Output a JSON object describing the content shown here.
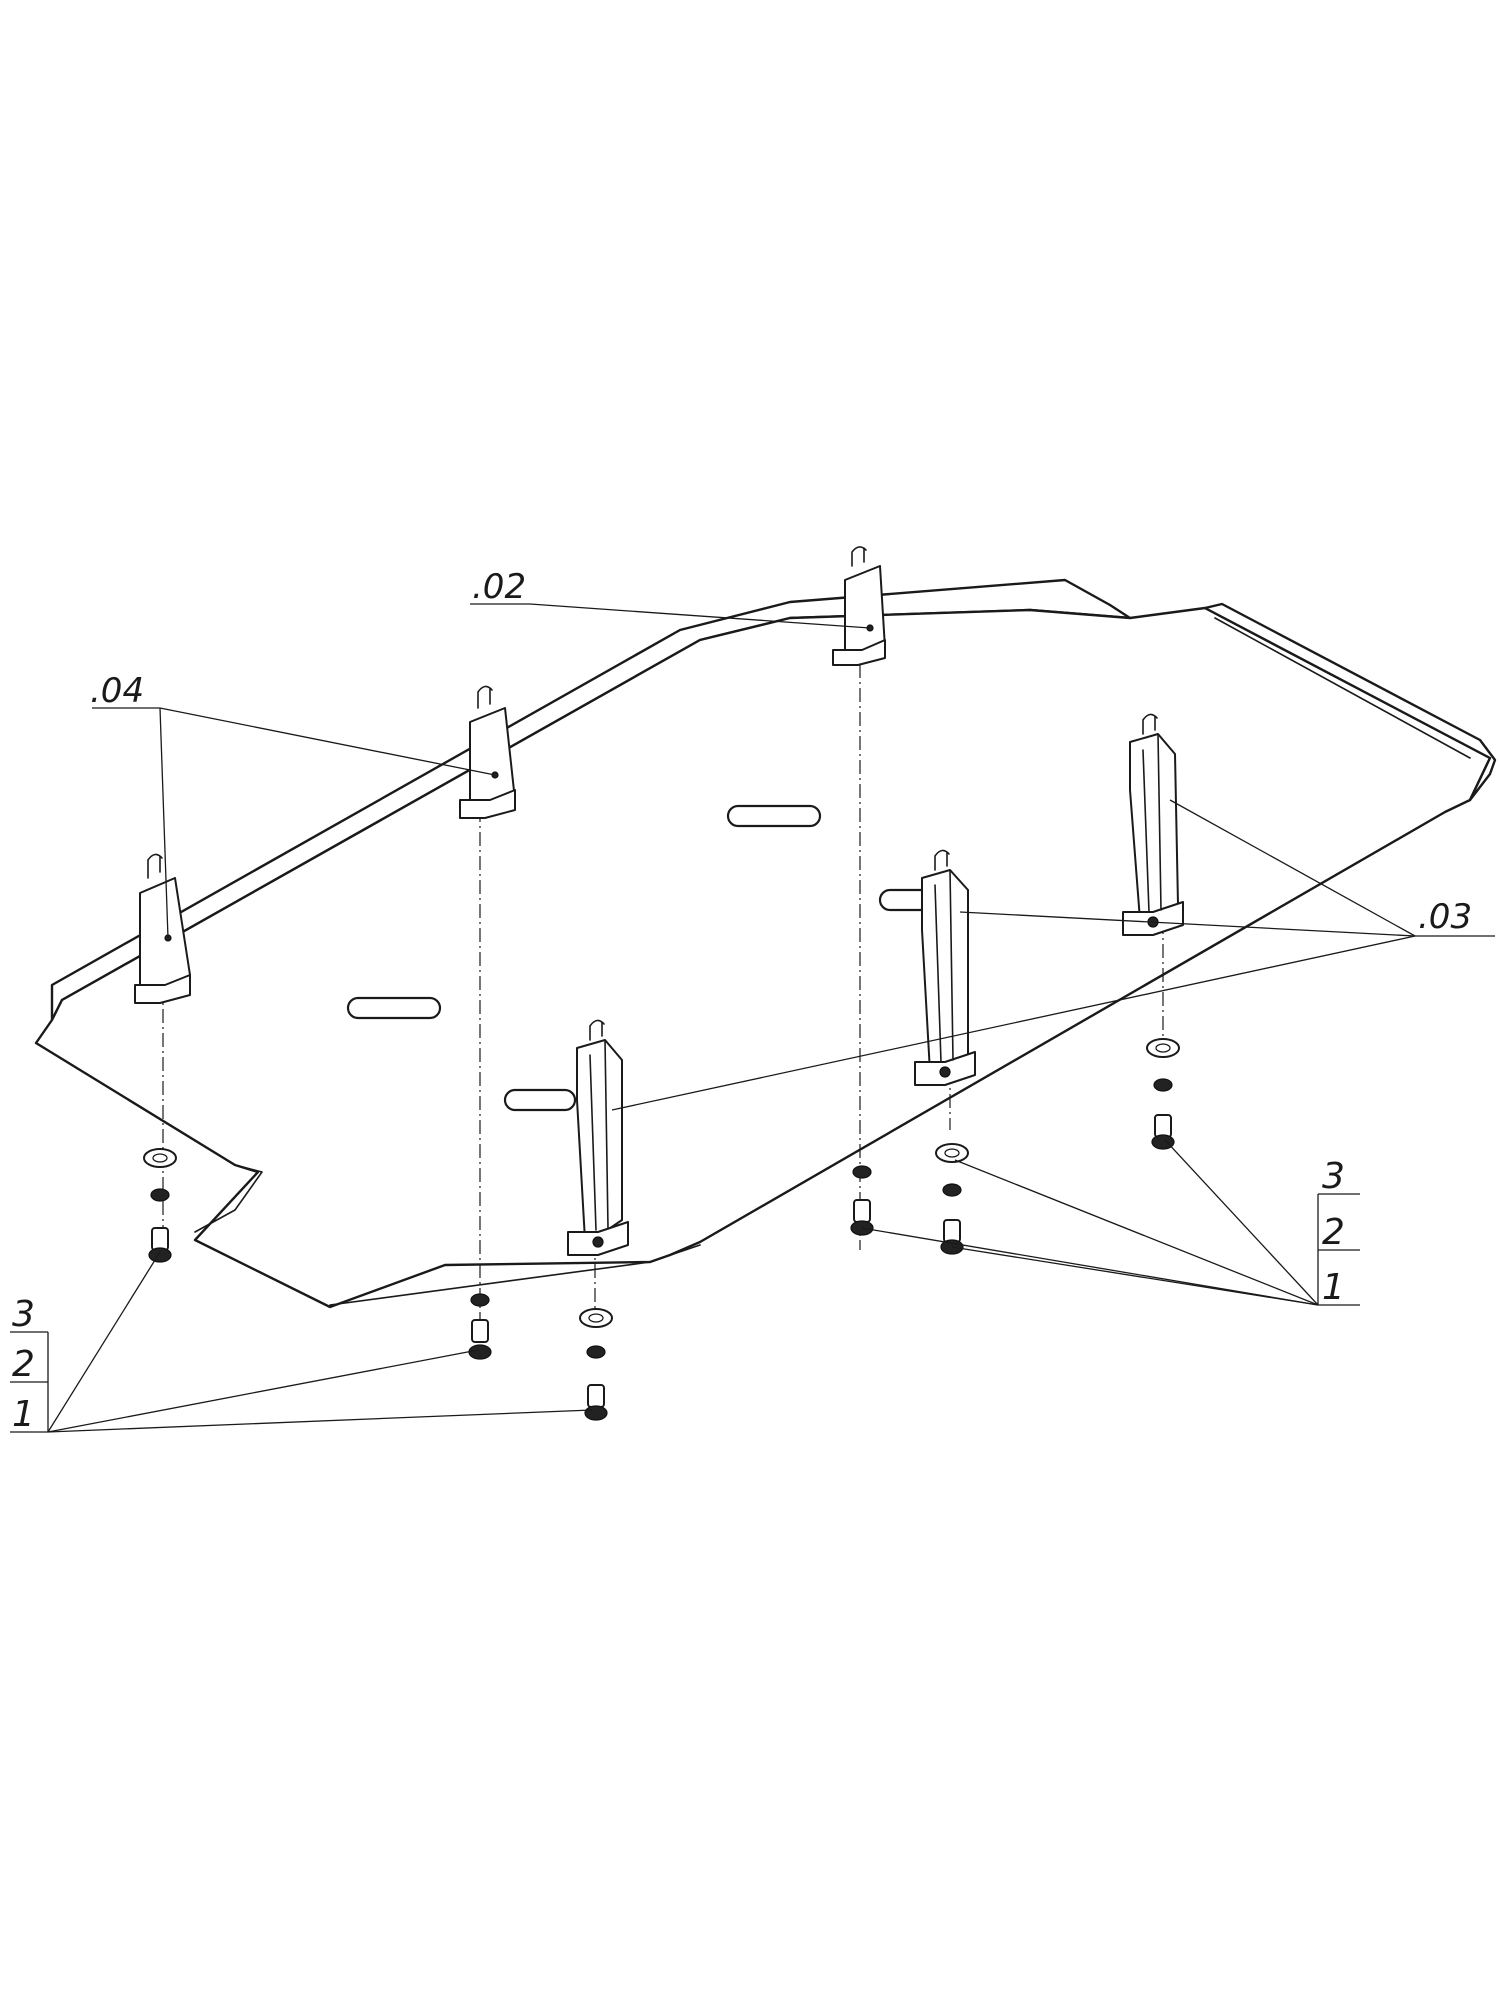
{
  "callouts": {
    "part_02": ".02",
    "part_04": ".04",
    "part_03": ".03"
  },
  "position_stack_left": {
    "top": "3",
    "middle": "2",
    "bottom": "1"
  },
  "position_stack_right": {
    "top": "3",
    "middle": "2",
    "bottom": "1"
  },
  "colors": {
    "line": "#1a1a1a",
    "background": "#ffffff"
  }
}
